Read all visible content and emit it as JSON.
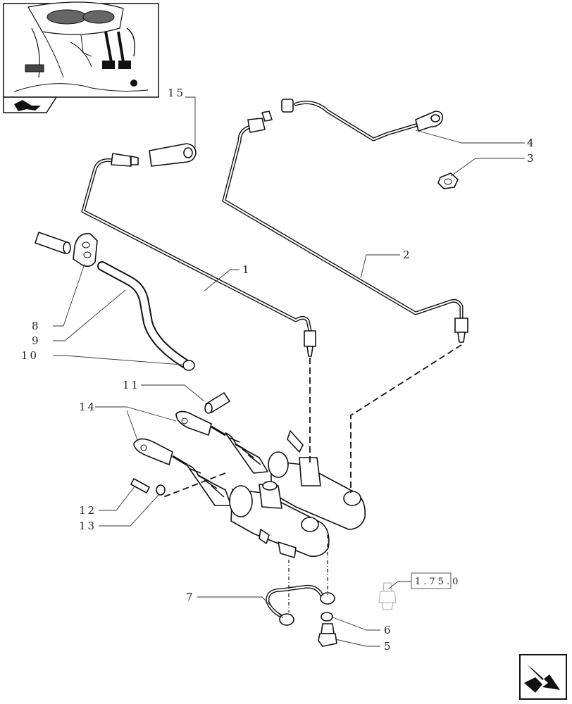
{
  "callouts": [
    {
      "id": "1",
      "label": "1"
    },
    {
      "id": "2",
      "label": "2"
    },
    {
      "id": "3",
      "label": "3"
    },
    {
      "id": "4",
      "label": "4"
    },
    {
      "id": "5",
      "label": "5"
    },
    {
      "id": "6",
      "label": "6"
    },
    {
      "id": "7",
      "label": "7"
    },
    {
      "id": "8",
      "label": "8"
    },
    {
      "id": "9",
      "label": "9"
    },
    {
      "id": "10",
      "label": "10"
    },
    {
      "id": "11",
      "label": "11"
    },
    {
      "id": "12",
      "label": "12"
    },
    {
      "id": "13",
      "label": "13"
    },
    {
      "id": "14",
      "label": "14"
    },
    {
      "id": "15",
      "label": "15"
    }
  ],
  "reference": {
    "label": "1.75.0"
  },
  "icons": {
    "locator": "tractor-pedal-locator-icon",
    "section_nav": "section-navigation-icon",
    "next_page": "next-page-arrow-icon"
  }
}
